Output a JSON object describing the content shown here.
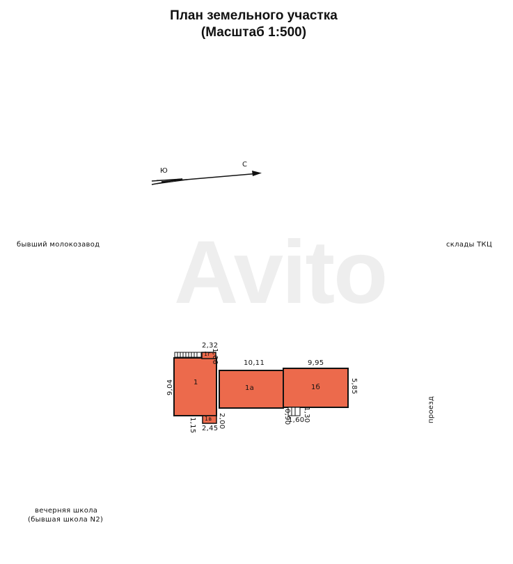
{
  "title": {
    "line1": "План земельного участка",
    "line2": "(Масштаб 1:500)"
  },
  "compass": {
    "south": "Ю",
    "north": "С"
  },
  "neighbors": {
    "left": "бывший молокозавод",
    "right": "склады ТКЦ",
    "road": "проезд",
    "bottom_line1": "вечерняя школа",
    "bottom_line2": "(бывшая школа N2)"
  },
  "rooms": {
    "r1": "1",
    "r1a": "1а",
    "r1b": "1б",
    "r1g": "1г",
    "r1v": "1в"
  },
  "dimensions": {
    "d232": "2,32",
    "d106": "1,06",
    "d904": "9,04",
    "d1011": "10,11",
    "d995": "9,95",
    "d585": "5,85",
    "d115": "1,15",
    "d200": "2,00",
    "d245": "2,45",
    "d090": "0,90",
    "d160": "1,60",
    "d130": "1,30"
  },
  "watermark": "Avito",
  "colors": {
    "building_fill": "#ec6a4c",
    "outline": "#111111",
    "watermark": "#eeeeee"
  }
}
